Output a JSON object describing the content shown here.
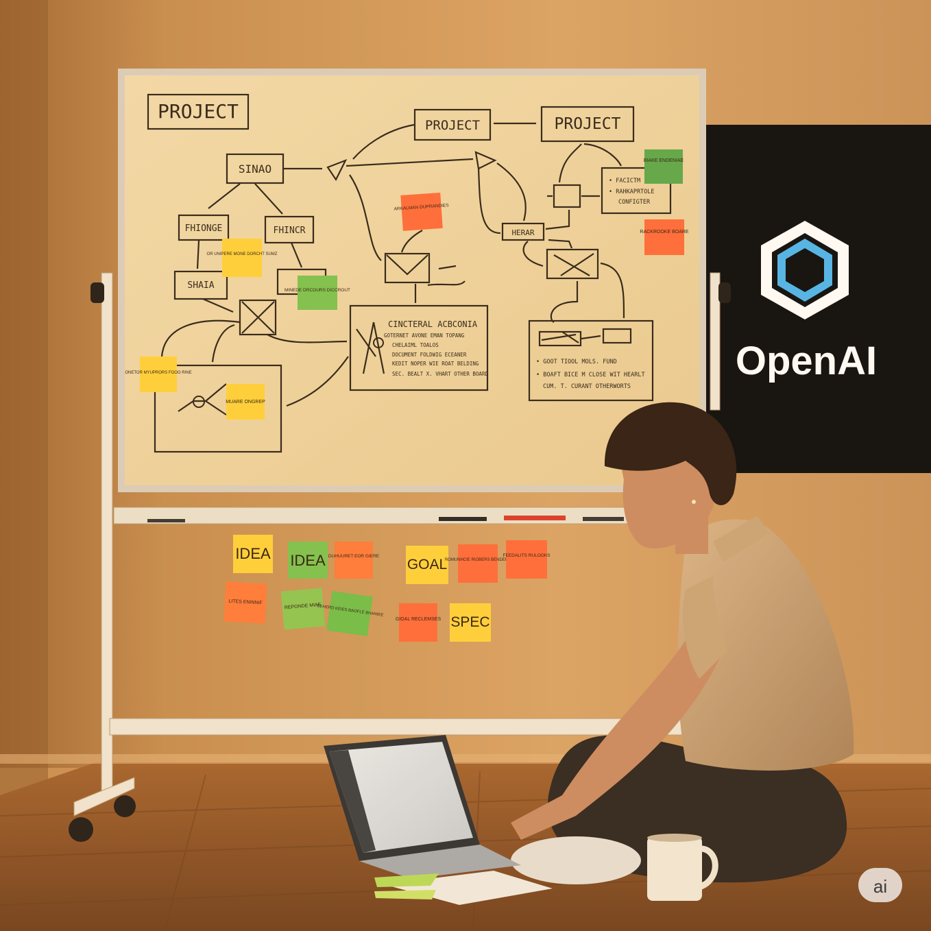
{
  "whiteboard": {
    "boxes": [
      "PROJECT",
      "PROJECT",
      "PROJECT",
      "SINAO",
      "FHIONGE",
      "FHINCR",
      "SHAIA",
      "HERAR"
    ],
    "panel_center_heading": "CINCTERAL ACBCONIA",
    "panel_center_lines": [
      "GOTERNET AVONE EMAN TOPANG",
      "CHELAIML TOALOS",
      "DOCUMENT FOLDWIG ECEANER",
      "KEDIT NOPER WIE ROAT BELDING",
      "SEC. BEALT X. VHART OTHER BOARD"
    ],
    "panel_right_lines": [
      "• GOOT TIOOL MOLS. FUND",
      "• BOAFT BICE M CLOSE WIT HEARLT",
      "CUM. T. CURANT OTHERWORTS"
    ],
    "panel_topright_lines": [
      "• FACICTM",
      "• RAHKAPRTOLE",
      "CONFIGTER"
    ]
  },
  "board_notes": [
    {
      "text": "BIAKE ENDENIAE",
      "color": "#5aa84a"
    },
    {
      "text": "RACKROOKE BOARE",
      "color": "#ff6a3a"
    },
    {
      "text": "ARKALMAN DUPRANDIES",
      "color": "#ff6a3a"
    },
    {
      "text": "OR UNIPERE MONE DORCHT SUMZ",
      "color": "#ffd23a"
    },
    {
      "text": "MINEDE DRCOURS DICCROUT",
      "color": "#7ac34f"
    },
    {
      "text": "ONETOR MYUPRORS FOOO RINE",
      "color": "#ffd23a"
    },
    {
      "text": "MUARE ONGREP",
      "color": "#ffd23a"
    }
  ],
  "wall_notes": [
    {
      "text": "IDEA",
      "color": "#ffd23a"
    },
    {
      "text": "IDEA",
      "color": "#7ac34f"
    },
    {
      "text": "DUHUURET EOR GIERE",
      "color": "#ff7a3a"
    },
    {
      "text": "GOAL",
      "color": "#ffd23a"
    },
    {
      "text": "ROMUNHCIE RIOBERS BENDERS",
      "color": "#ff6a3a"
    },
    {
      "text": "FEEDALITS RULOOKS",
      "color": "#ff6a3a"
    },
    {
      "text": "LITES ENINNIF",
      "color": "#ff7a3a"
    },
    {
      "text": "REPONDE MIAE",
      "color": "#8cc652"
    },
    {
      "text": "GEHERD KEIES BAOFLE BHANIEE",
      "color": "#6fbe48"
    },
    {
      "text": "GIOAL RECLEMSES",
      "color": "#ff6a3a"
    },
    {
      "text": "SPEC",
      "color": "#ffd23a"
    }
  ],
  "brand": {
    "name": "OpenAI",
    "logo_icon": "hexagon-icon",
    "panel_color": "#06080d",
    "accent_color": "#4ab6f0"
  },
  "badge": {
    "label": "ai"
  },
  "colors": {
    "wall": "#c98f52",
    "floor": "#8a5228",
    "board": "#f0d9a8"
  }
}
